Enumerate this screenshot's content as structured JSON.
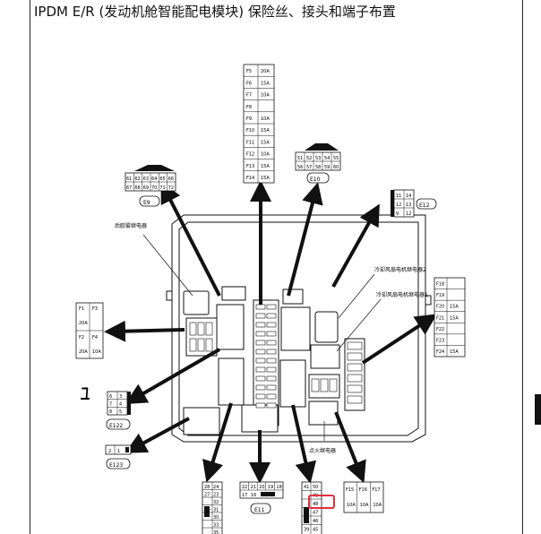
{
  "title": "IPDM E/R (发动机舱智能配电模块) 保险丝、接头和端子布置",
  "labels": {
    "rear_fog_relay": "后欧雾继电器",
    "fan_relay_2": "冷却风扇电机继电器2",
    "fan_relay_1": "冷却风扇电机继电器1",
    "ignition_relay": "点火继电器"
  },
  "connectors": {
    "e9": "E9",
    "e10": "E10",
    "e12": "E12",
    "e11": "E11",
    "e122": "E122",
    "e123": "E123"
  },
  "e9_pins_top": [
    "61",
    "62",
    "63",
    "64",
    "65",
    "66"
  ],
  "e9_pins_bottom": [
    "67",
    "68",
    "69",
    "70",
    "71",
    "72"
  ],
  "e10_pins_top": [
    "51",
    "52",
    "53",
    "54",
    "55"
  ],
  "e10_pins_bottom": [
    "56",
    "57",
    "58",
    "59",
    "60"
  ],
  "e12_pins": [
    [
      "11",
      "14"
    ],
    [
      "12",
      "13"
    ],
    [
      "9",
      "12"
    ]
  ],
  "e122_pins": [
    [
      "6",
      "3"
    ],
    [
      "7",
      "4"
    ],
    [
      "8",
      "5"
    ]
  ],
  "e123_pins": [
    "2",
    "1"
  ],
  "e11_pins_top": [
    "22",
    "21",
    "20",
    "19",
    "18"
  ],
  "e11_pins_bottom": [
    "17",
    "16"
  ],
  "left_bottom_pins": [
    [
      "28",
      "24"
    ],
    [
      "27",
      "23"
    ],
    [
      "",
      "32"
    ],
    [
      "",
      "31"
    ],
    [
      "",
      "30"
    ],
    [
      "",
      "33"
    ],
    [
      "",
      "35"
    ]
  ],
  "right_bottom_pins": [
    [
      "41",
      "50"
    ],
    [
      "",
      "49"
    ],
    [
      "",
      "48"
    ],
    [
      "",
      "47"
    ],
    [
      "",
      "46"
    ],
    [
      "39",
      "45"
    ]
  ],
  "top_fuses": [
    [
      "F5",
      "20A"
    ],
    [
      "F6",
      "15A"
    ],
    [
      "F7",
      "10A"
    ],
    [
      "F8",
      ""
    ],
    [
      "F9",
      "10A"
    ],
    [
      "F10",
      "15A"
    ],
    [
      "F11",
      "15A"
    ],
    [
      "F12",
      "10A"
    ],
    [
      "F13",
      "15A"
    ],
    [
      "F14",
      "15A"
    ]
  ],
  "left_fuse_box": {
    "cells": [
      [
        "F1",
        "F3"
      ],
      [
        "20A",
        ""
      ],
      [
        "F2",
        "F4"
      ],
      [
        "20A",
        "10A"
      ]
    ]
  },
  "right_fuse_box": [
    [
      "F18",
      ""
    ],
    [
      "F19",
      ""
    ],
    [
      "F20",
      "15A"
    ],
    [
      "F21",
      "15A"
    ],
    [
      "F22",
      ""
    ],
    [
      "F23",
      ""
    ],
    [
      "F24",
      "15A"
    ]
  ],
  "bottom_right_box": {
    "tops": [
      "F15",
      "F16",
      "F17"
    ],
    "bottoms": [
      "10A",
      "10A",
      "10A"
    ]
  },
  "side_glyph": "ｭ"
}
